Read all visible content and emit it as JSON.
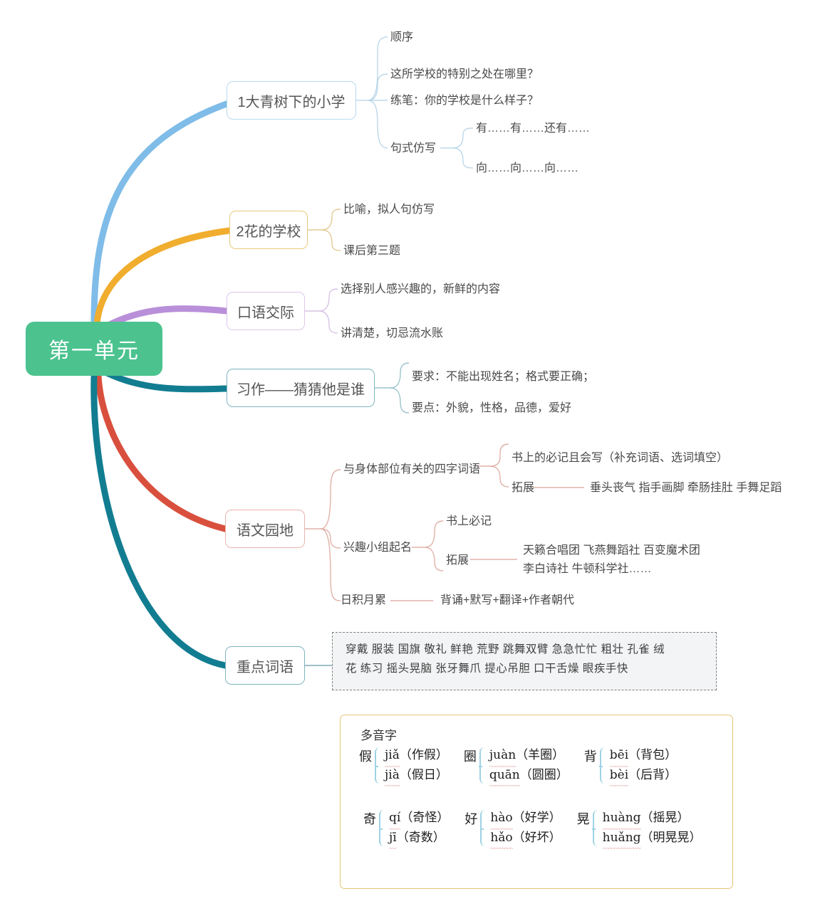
{
  "root": {
    "label": "第一单元",
    "color": "#4CC38F"
  },
  "branches": [
    {
      "id": "lesson1",
      "label": "1大青树下的小学",
      "color": "#7FBCE8",
      "children": [
        {
          "label": "顺序"
        },
        {
          "label": "这所学校的特别之处在哪里？"
        },
        {
          "label": "练笔：你的学校是什么样子？"
        },
        {
          "label": "句式仿写",
          "children": [
            {
              "label": "有……有……还有……"
            },
            {
              "label": "向……向……向……"
            }
          ]
        }
      ]
    },
    {
      "id": "lesson2",
      "label": "2花的学校",
      "color": "#F0AD2E",
      "children": [
        {
          "label": "比喻，拟人句仿写"
        },
        {
          "label": "课后第三题"
        }
      ]
    },
    {
      "id": "oral",
      "label": "口语交际",
      "color": "#B98FD9",
      "children": [
        {
          "label": "选择别人感兴趣的，新鲜的内容"
        },
        {
          "label": "讲清楚，切忌流水账"
        }
      ]
    },
    {
      "id": "writing",
      "label": "习作——猜猜他是谁",
      "color": "#127D91",
      "children": [
        {
          "label": "要求：不能出现姓名；格式要正确；"
        },
        {
          "label": "要点：外貌，性格，品德，爱好"
        }
      ]
    },
    {
      "id": "garden",
      "label": "语文园地",
      "color": "#D94F3D",
      "children": [
        {
          "label": "与身体部位有关的四字词语",
          "children": [
            {
              "label": "书上的必记且会写（补充词语、选词填空）"
            },
            {
              "label": "拓展",
              "detail": "垂头丧气 指手画脚 牵肠挂肚 手舞足蹈"
            }
          ]
        },
        {
          "label": "兴趣小组起名",
          "children": [
            {
              "label": "书上必记"
            },
            {
              "label": "拓展",
              "detail_line1": "天籁合唱团 飞燕舞蹈社 百变魔术团",
              "detail_line2": "李白诗社 牛顿科学社……"
            }
          ]
        },
        {
          "label": "日积月累",
          "detail": "背诵+默写+翻译+作者朝代"
        }
      ]
    },
    {
      "id": "keywords",
      "label": "重点词语",
      "color": "#127D91",
      "box": {
        "line1": "穿戴 服装  国旗  敬礼  鲜艳  荒野  跳舞双臂  急急忙忙  粗壮 孔雀   绒",
        "line2": "花  练习 摇头晃脑  张牙舞爪   提心吊胆  口干舌燥 眼疾手快"
      }
    }
  ],
  "polyphone": {
    "title": "多音字",
    "rows": [
      [
        {
          "char": "假",
          "items": [
            {
              "py": "jiǎ",
              "word": "（作假）"
            },
            {
              "py": "jià",
              "word": "（假日）"
            }
          ]
        },
        {
          "char": "圈",
          "items": [
            {
              "py": "juàn",
              "word": "（羊圈）"
            },
            {
              "py": "quān",
              "word": "（圆圈）"
            }
          ]
        },
        {
          "char": "背",
          "items": [
            {
              "py": "bēi",
              "word": "（背包）"
            },
            {
              "py": "bèi",
              "word": "（后背）"
            }
          ]
        }
      ],
      [
        {
          "char": "奇",
          "items": [
            {
              "py": "qí",
              "word": "（奇怪）"
            },
            {
              "py": "jī",
              "word": "（奇数）"
            }
          ]
        },
        {
          "char": "好",
          "items": [
            {
              "py": "hào",
              "word": "（好学）"
            },
            {
              "py": "hǎo",
              "word": "（好坏）"
            }
          ]
        },
        {
          "char": "晃",
          "items": [
            {
              "py": "huàng",
              "word": "（摇晃）"
            },
            {
              "py": "huǎng",
              "word": "（明晃晃）"
            }
          ]
        }
      ]
    ]
  }
}
